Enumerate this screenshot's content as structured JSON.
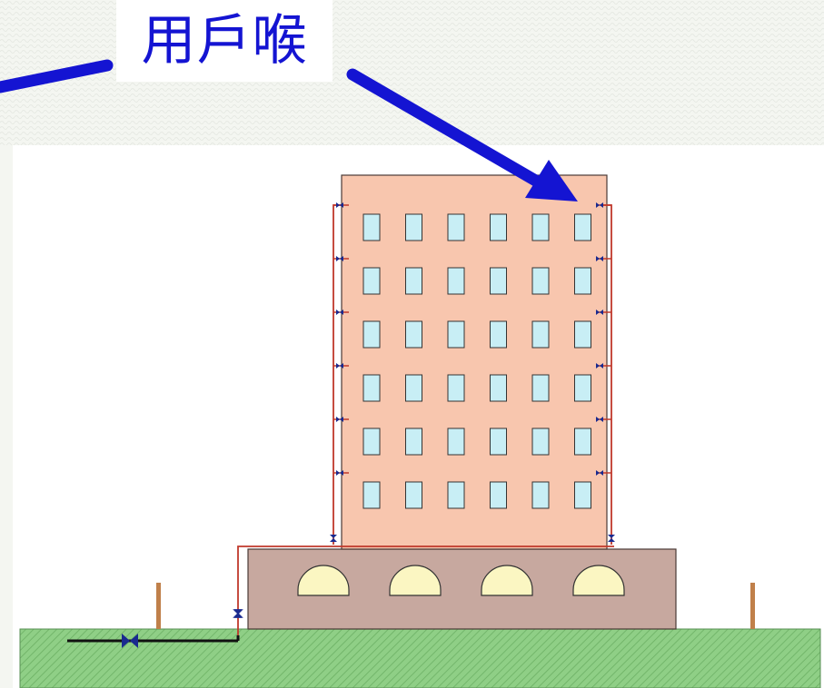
{
  "title": {
    "text": "用戶喉"
  },
  "colors": {
    "background": "#ffffff",
    "annotation_blue": "#1414d2",
    "building_upper": "#f8c6ae",
    "building_base": "#c7a89f",
    "window": "#c8eef5",
    "arch_window": "#fbf6c2",
    "ground": "#8fcf86",
    "pipe_red": "#c0392b",
    "valve_blue": "#1a2a8f",
    "main_pipe": "#111111",
    "post": "#c0804a"
  },
  "icons": {
    "valve": "bowtie-valve-icon",
    "pointer": "arrow-icon"
  },
  "building": {
    "upper_floors": 6,
    "windows_per_floor": 6,
    "base_arches": 4
  }
}
